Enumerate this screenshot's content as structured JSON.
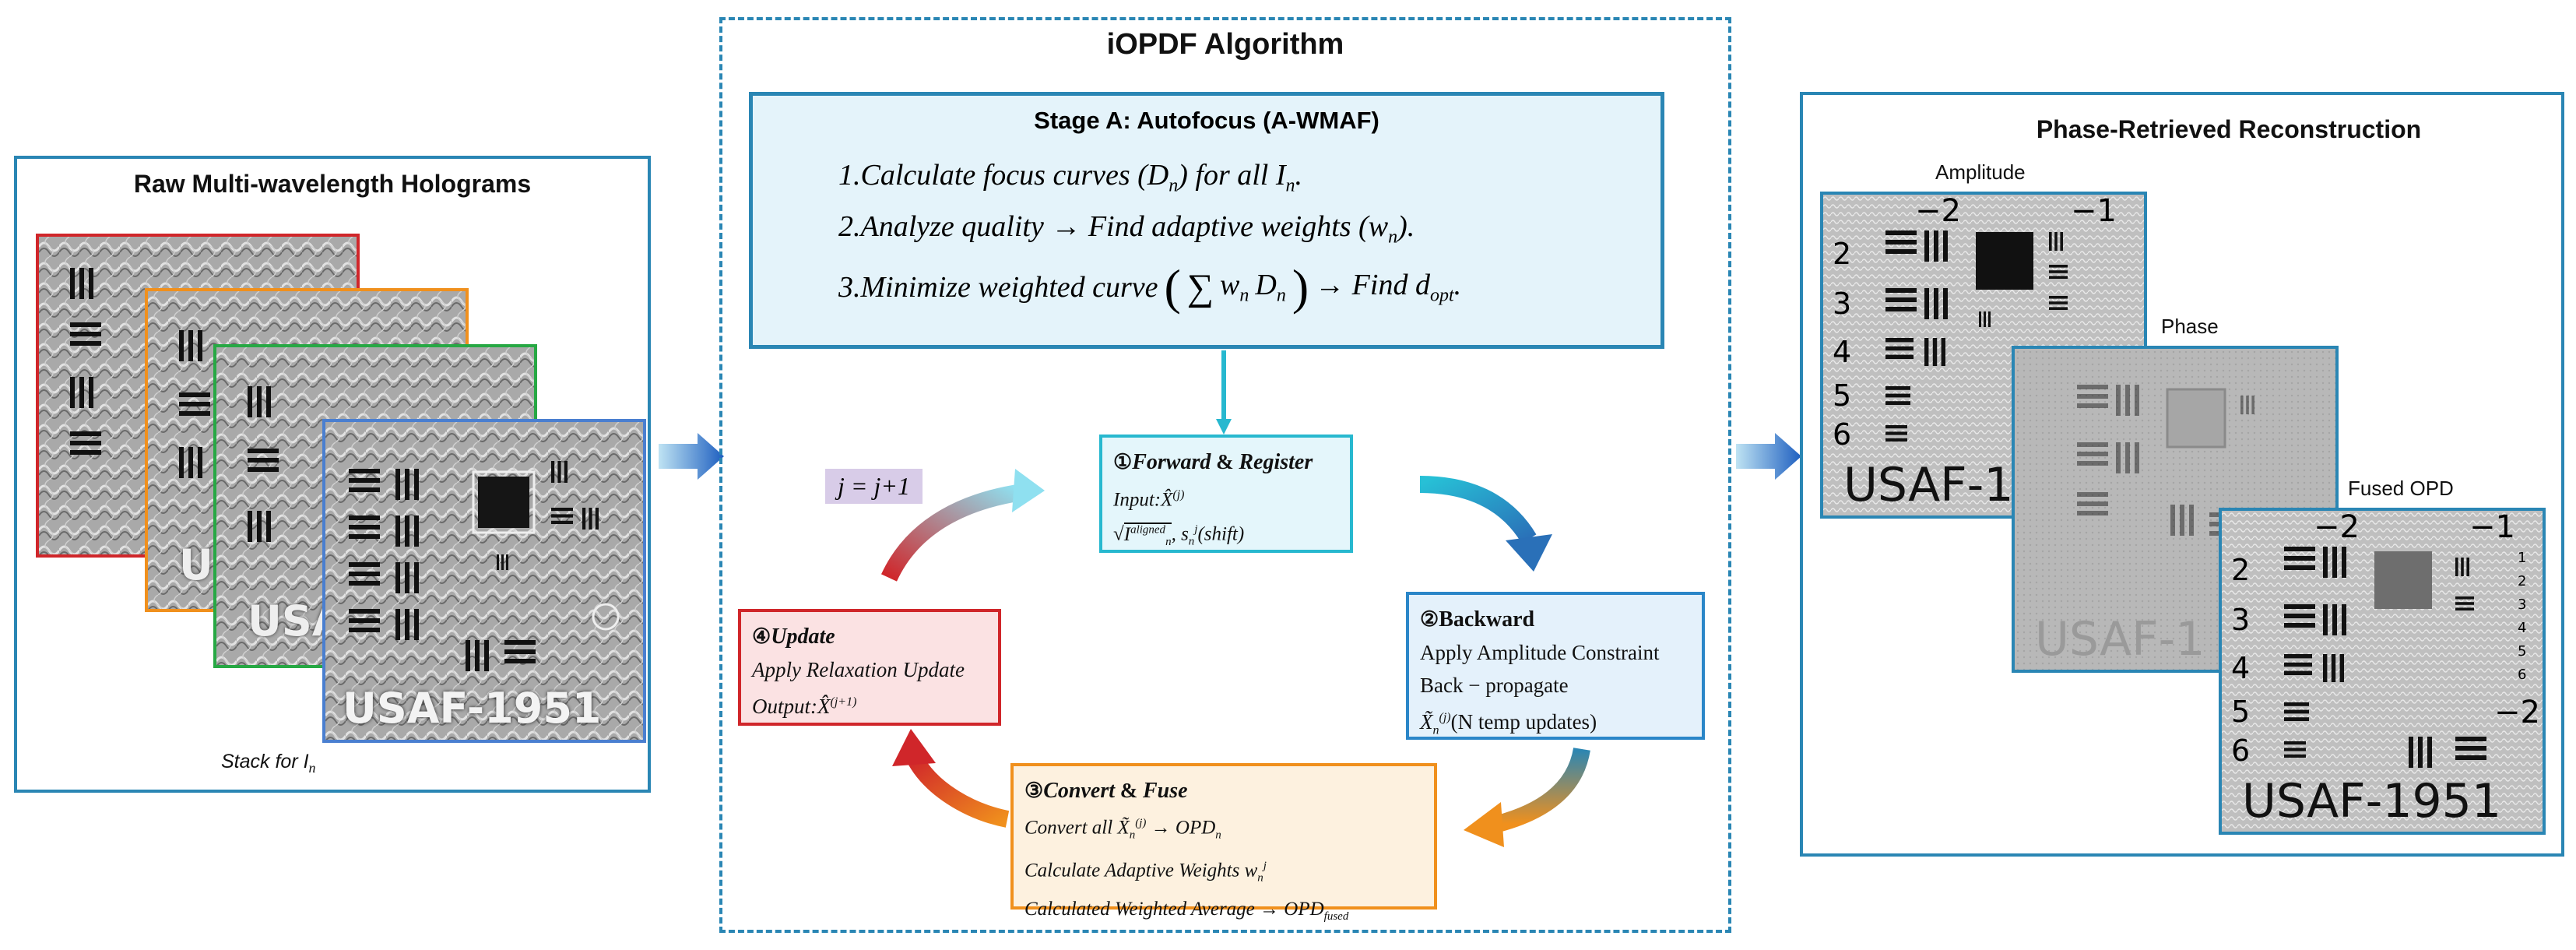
{
  "left_panel": {
    "title": "Raw Multi-wavelength Holograms",
    "stack_caption": "Stack for I",
    "stack_caption_sub": "n",
    "hologram_text": "USAF-1951",
    "hologram_partial_texts": [
      "US",
      "USA"
    ],
    "frame_colors": [
      "#d0262a",
      "#f0901d",
      "#27a844",
      "#4a7fd0"
    ]
  },
  "algorithm": {
    "title": "iOPDF Algorithm",
    "stage_a": {
      "title": "Stage A: Autofocus (A-WMAF)",
      "step1": "1.Calculate focus curves (D",
      "step1_sub": "n",
      "step1_rest": ") for all I",
      "step1_sub2": "n",
      "step1_end": ".",
      "step2": "2.Analyze quality → Find adaptive weights (w",
      "step2_sub": "n",
      "step2_end": ").",
      "step3": "3.Minimize weighted curve",
      "step3_sum": "∑",
      "step3_w": "w",
      "step3_w_sub": "n",
      "step3_d": "D",
      "step3_d_sub": "n",
      "step3_arrow": "→ Find d",
      "step3_sub": "opt",
      "step3_end": "."
    },
    "loop_label": "j = j+1",
    "forward": {
      "num": "①",
      "title": "Forward",
      "amp": "&",
      "title2": "Register",
      "line1": "Input:X̂",
      "line1_sup": "(j)",
      "line2_root": "√",
      "line2_I": "I",
      "line2_I_sup": "aligned",
      "line2_I_sub": "n",
      "line2_rest": ", s",
      "line2_s_sub": "n",
      "line2_s_sup": "j",
      "line2_end": "(shift)"
    },
    "backward": {
      "num": "②",
      "title": "Backward",
      "line1": "Apply Amplitude Constraint",
      "line2": "Back − propagate",
      "line3": "X̃",
      "line3_sub": "n",
      "line3_sup": "(j)",
      "line3_end": "(N temp updates)"
    },
    "convert": {
      "num": "③",
      "title": "Convert",
      "amp": "&",
      "title2": "Fuse",
      "line1": "Convert all X̃",
      "line1_sub": "n",
      "line1_sup": "(j)",
      "line1_end": "→ OPD",
      "line1_end_sub": "n",
      "line2": "Calculate Adaptive Weights w",
      "line2_sub": "n",
      "line2_sup": "j",
      "line3": "Calculated Weighted Average → OPD",
      "line3_sub": "fused"
    },
    "update": {
      "num": "④",
      "title": "Update",
      "line1": "Apply Relaxation Update",
      "line2": "Output:X̂",
      "line2_sup": "(j+1)"
    }
  },
  "right_panel": {
    "title": "Phase-Retrieved Reconstruction",
    "amplitude_label": "Amplitude",
    "phase_label": "Phase",
    "fused_label": "Fused OPD",
    "group_top_left": "−2",
    "group_top_right": "−1",
    "group_right_bottom": "−2",
    "row_numbers": [
      "2",
      "3",
      "4",
      "5",
      "6"
    ],
    "small_numbers": [
      "1",
      "2",
      "3",
      "4",
      "5",
      "6"
    ],
    "usaf_text": "USAF-1951",
    "usaf_partial": "USAF-1"
  },
  "colors": {
    "panel_border": "#2a86b4",
    "stage_fill": "#e4f3fa",
    "forward": "#27b8cf",
    "backward": "#2a86c8",
    "convert": "#f0901d",
    "update": "#d0262a"
  }
}
